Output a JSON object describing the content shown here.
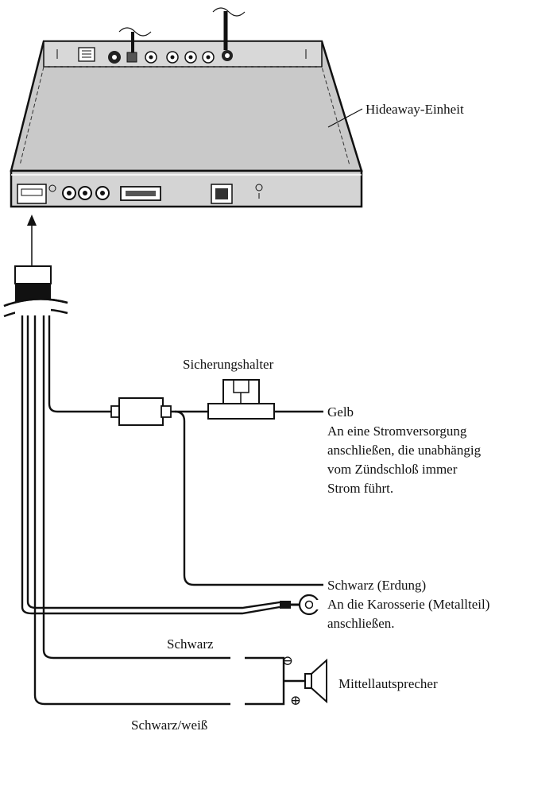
{
  "labels": {
    "unit": "Hideaway-Einheit",
    "fuse_holder": "Sicherungshalter",
    "yellow_title": "Gelb",
    "yellow_desc": [
      "An eine Stromversorgung",
      "anschließen, die unabhängig",
      "vom Zündschloß immer",
      "Strom führt."
    ],
    "ground_title": "Schwarz (Erdung)",
    "ground_desc": [
      "An die Karosserie (Metallteil)",
      "anschließen."
    ],
    "black": "Schwarz",
    "black_white": "Schwarz/weiß",
    "speaker": "Mittellautsprecher"
  },
  "symbols": {
    "minus": "⊖",
    "plus": "⊕"
  }
}
